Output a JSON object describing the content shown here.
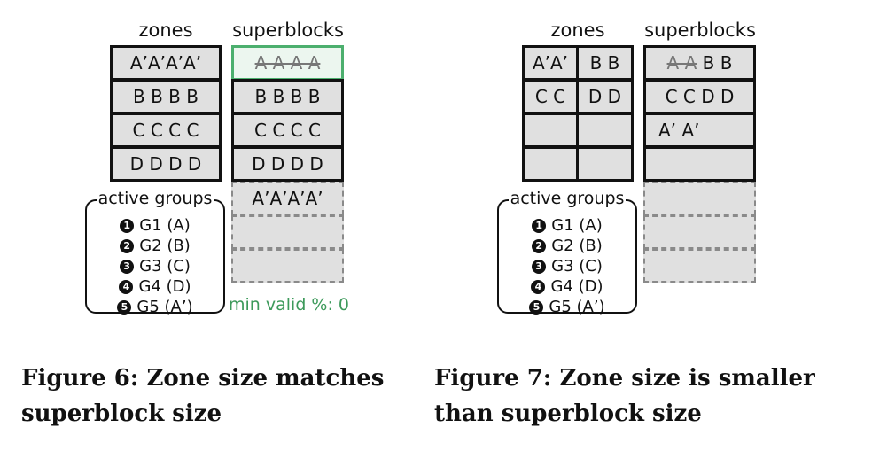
{
  "figures": [
    {
      "zones_heading": "zones",
      "superblocks_heading": "superblocks",
      "zones": [
        {
          "cells": [
            "A’A’A’A’"
          ]
        },
        {
          "cells": [
            "B B B B"
          ]
        },
        {
          "cells": [
            "C C C C"
          ]
        },
        {
          "cells": [
            "D D D D"
          ]
        }
      ],
      "superblocks": [
        {
          "segments": [
            {
              "text": "A A A A",
              "struck": true
            }
          ]
        },
        {
          "segments": [
            {
              "text": "B B B B"
            }
          ]
        },
        {
          "segments": [
            {
              "text": "C C C C"
            }
          ]
        },
        {
          "segments": [
            {
              "text": "D D D D"
            }
          ]
        },
        {
          "segments": [
            {
              "text": "A’A’A’A’"
            }
          ]
        },
        {
          "segments": []
        },
        {
          "segments": []
        }
      ],
      "active_groups_title": "active groups",
      "active_groups": [
        {
          "badge": "1",
          "label": "G1 (A)"
        },
        {
          "badge": "2",
          "label": "G2 (B)"
        },
        {
          "badge": "3",
          "label": "G3 (C)"
        },
        {
          "badge": "4",
          "label": "G4 (D)"
        },
        {
          "badge": "5",
          "label": "G5 (A’)"
        }
      ],
      "min_valid_label": "min valid %: 0",
      "caption_lines": [
        "Figure 6: Zone size matches",
        "superblock size"
      ]
    },
    {
      "zones_heading": "zones",
      "superblocks_heading": "superblocks",
      "zones": [
        {
          "cells": [
            "A’A’",
            "B B"
          ]
        },
        {
          "cells": [
            "C C",
            "D D"
          ]
        },
        {
          "cells": [
            "",
            ""
          ]
        },
        {
          "cells": [
            "",
            ""
          ]
        }
      ],
      "superblocks": [
        {
          "segments": [
            {
              "text": "A A",
              "struck": true
            },
            {
              "text": " B B"
            }
          ]
        },
        {
          "segments": [
            {
              "text": "C C D D"
            }
          ]
        },
        {
          "segments": [
            {
              "text": "A’ A’"
            }
          ]
        },
        {
          "segments": []
        },
        {
          "segments": []
        },
        {
          "segments": []
        },
        {
          "segments": []
        }
      ],
      "active_groups_title": "active groups",
      "active_groups": [
        {
          "badge": "1",
          "label": "G1 (A)"
        },
        {
          "badge": "2",
          "label": "G2 (B)"
        },
        {
          "badge": "3",
          "label": "G3 (C)"
        },
        {
          "badge": "4",
          "label": "G4 (D)"
        },
        {
          "badge": "5",
          "label": "G5 (A’)"
        }
      ],
      "caption_lines": [
        "Figure 7: Zone size is smaller",
        "than superblock size"
      ]
    }
  ]
}
